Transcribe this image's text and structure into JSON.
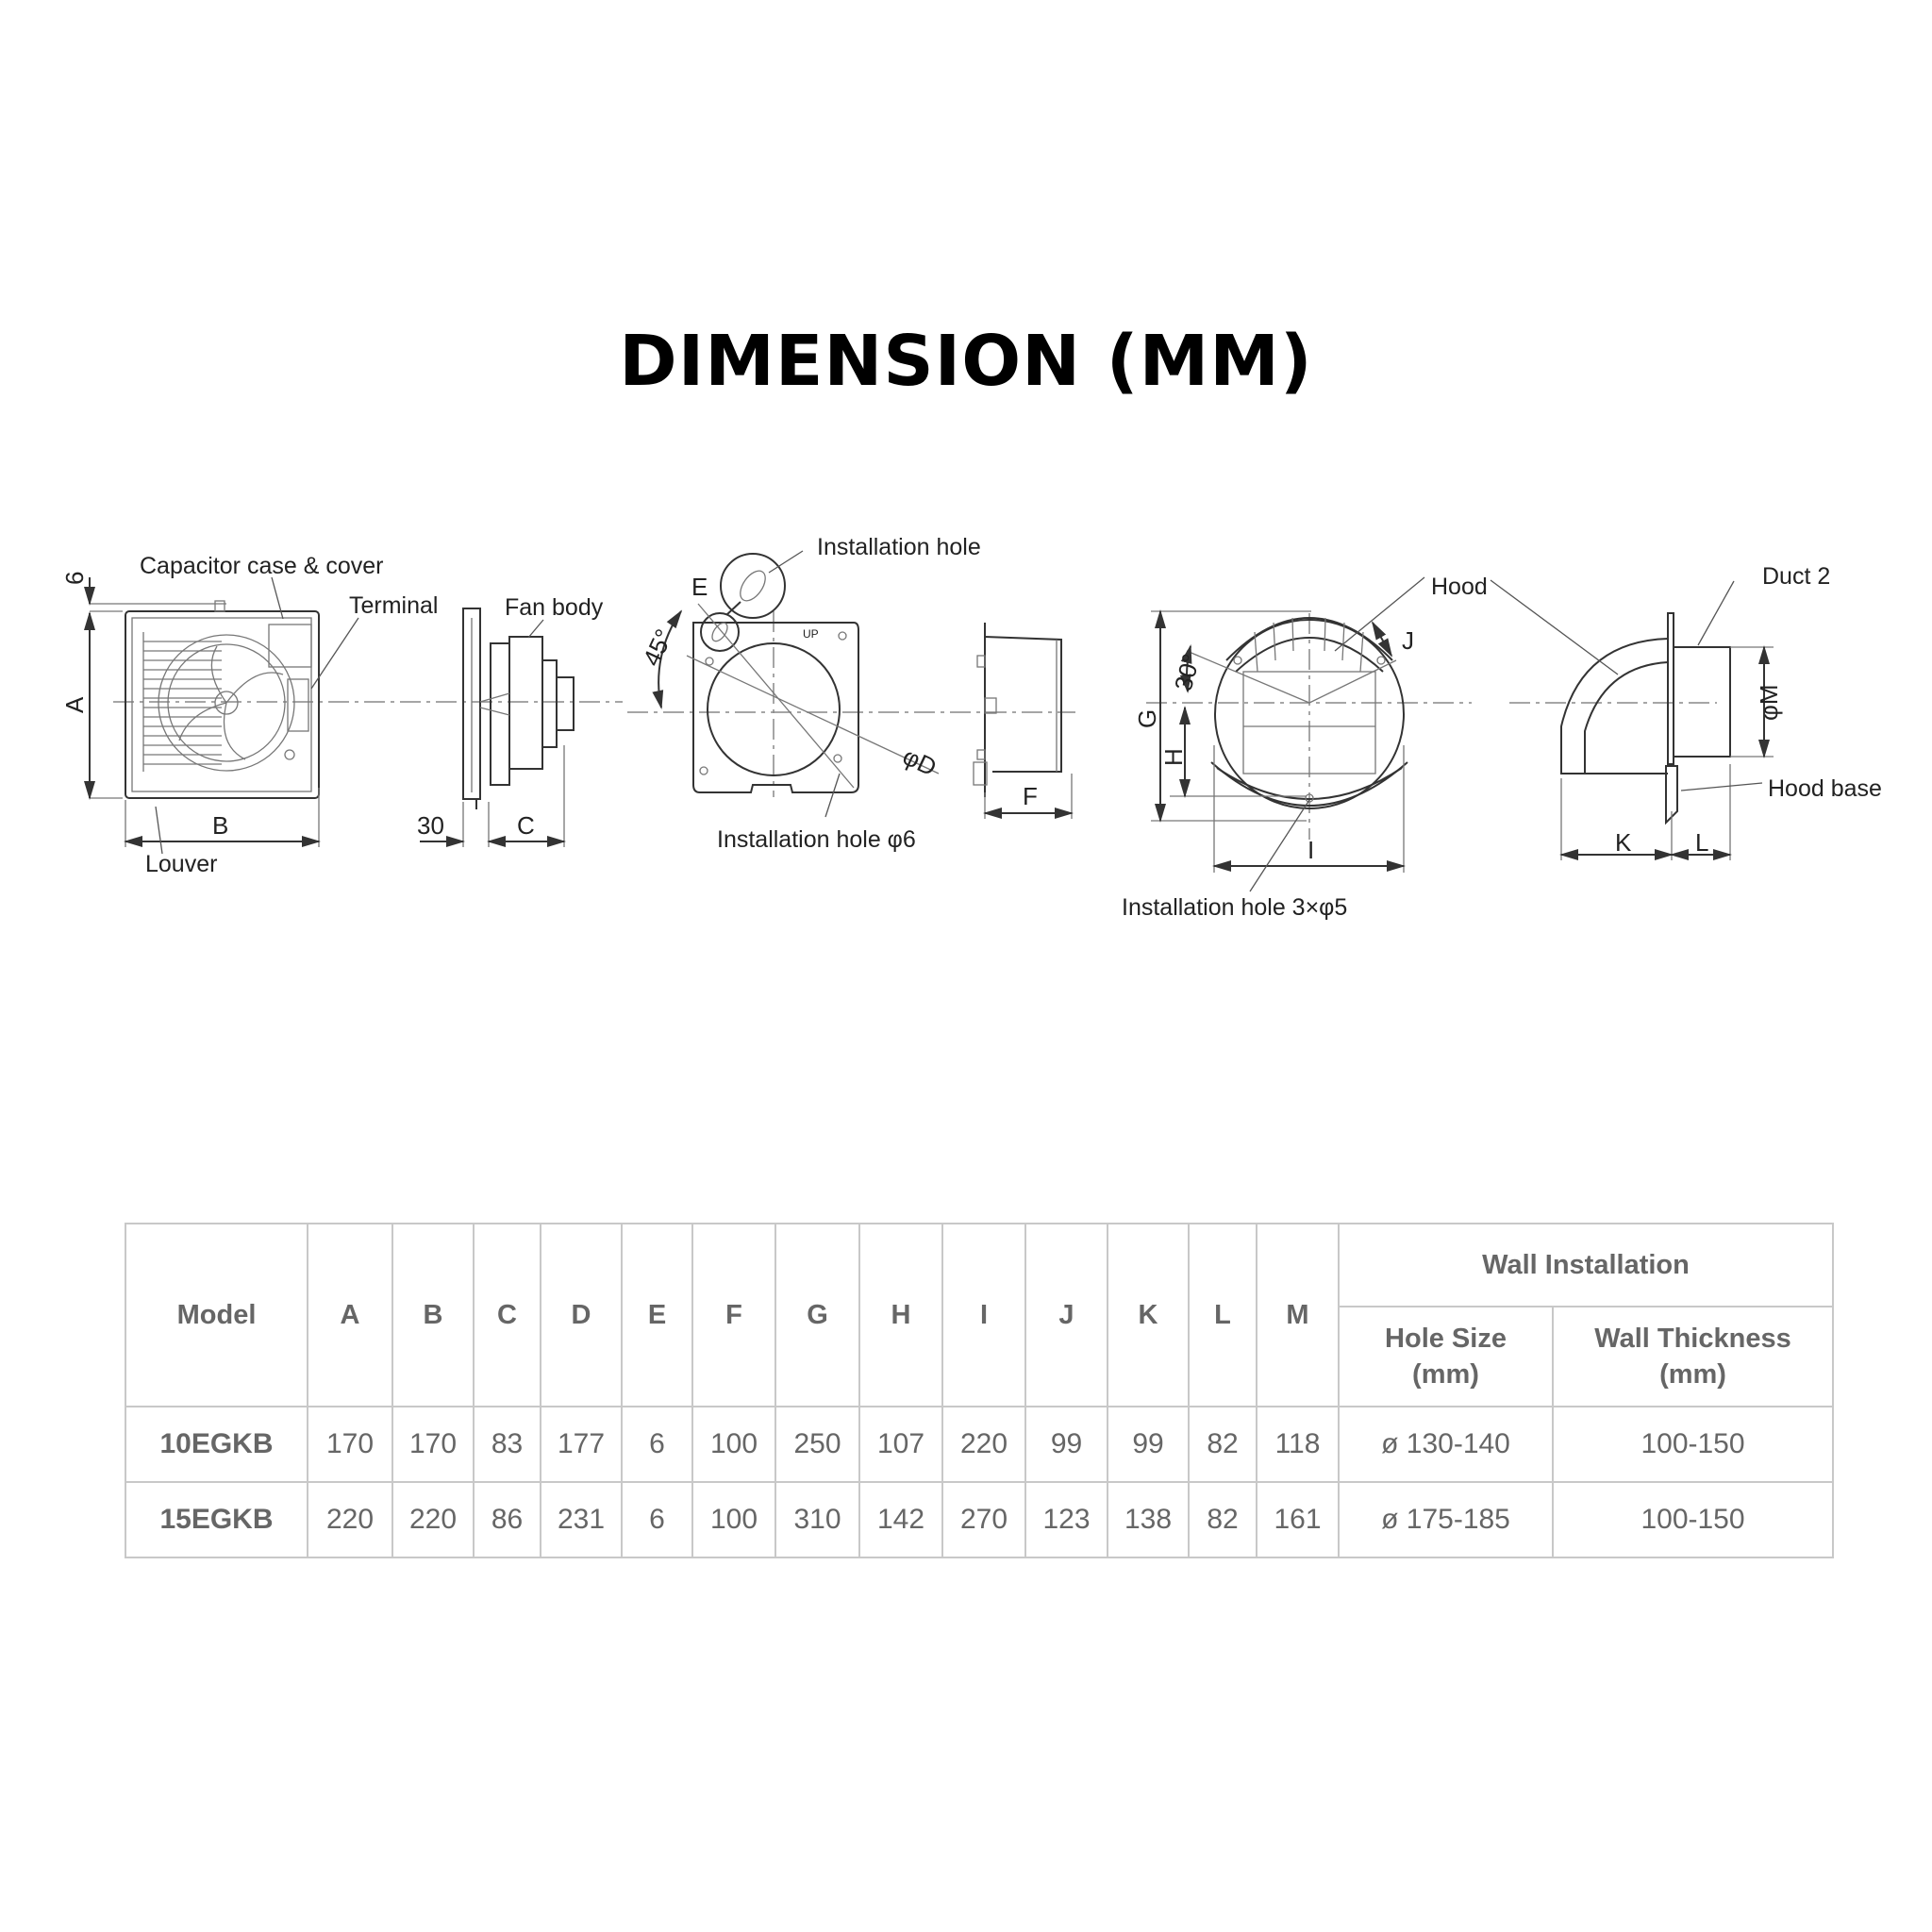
{
  "title": "DIMENSION (MM)",
  "diagram": {
    "labels": {
      "capacitor": "Capacitor case & cover",
      "terminal": "Terminal",
      "fan_body": "Fan body",
      "louver": "Louver",
      "installation_hole": "Installation hole",
      "installation_hole_phi6": "Installation hole φ6",
      "hood": "Hood",
      "installation_hole_3phi5": "Installation hole 3×φ5",
      "duct2": "Duct 2",
      "hood_base": "Hood base"
    },
    "dimensions": {
      "six": "6",
      "A": "A",
      "B": "B",
      "thirty": "30",
      "C": "C",
      "E": "E",
      "angle45": "45°",
      "phiD": "φD",
      "F": "F",
      "G": "G",
      "H": "H",
      "I": "I",
      "J": "J",
      "angle30": "30°",
      "K": "K",
      "L": "L",
      "phiM": "φM",
      "up_mark": "UP"
    }
  },
  "table": {
    "header": {
      "model": "Model",
      "cols": [
        "A",
        "B",
        "C",
        "D",
        "E",
        "F",
        "G",
        "H",
        "I",
        "J",
        "K",
        "L",
        "M"
      ],
      "group": "Wall Installation",
      "hole_size": "Hole Size",
      "hole_size_unit": "(mm)",
      "wall_thickness": "Wall Thickness",
      "wall_thickness_unit": "(mm)"
    },
    "rows": [
      {
        "model": "10EGKB",
        "values": [
          "170",
          "170",
          "83",
          "177",
          "6",
          "100",
          "250",
          "107",
          "220",
          "99",
          "99",
          "82",
          "118"
        ],
        "hole_size": "ø 130-140",
        "wall_thickness": "100-150"
      },
      {
        "model": "15EGKB",
        "values": [
          "220",
          "220",
          "86",
          "231",
          "6",
          "100",
          "310",
          "142",
          "270",
          "123",
          "138",
          "82",
          "161"
        ],
        "hole_size": "ø 175-185",
        "wall_thickness": "100-150"
      }
    ]
  }
}
